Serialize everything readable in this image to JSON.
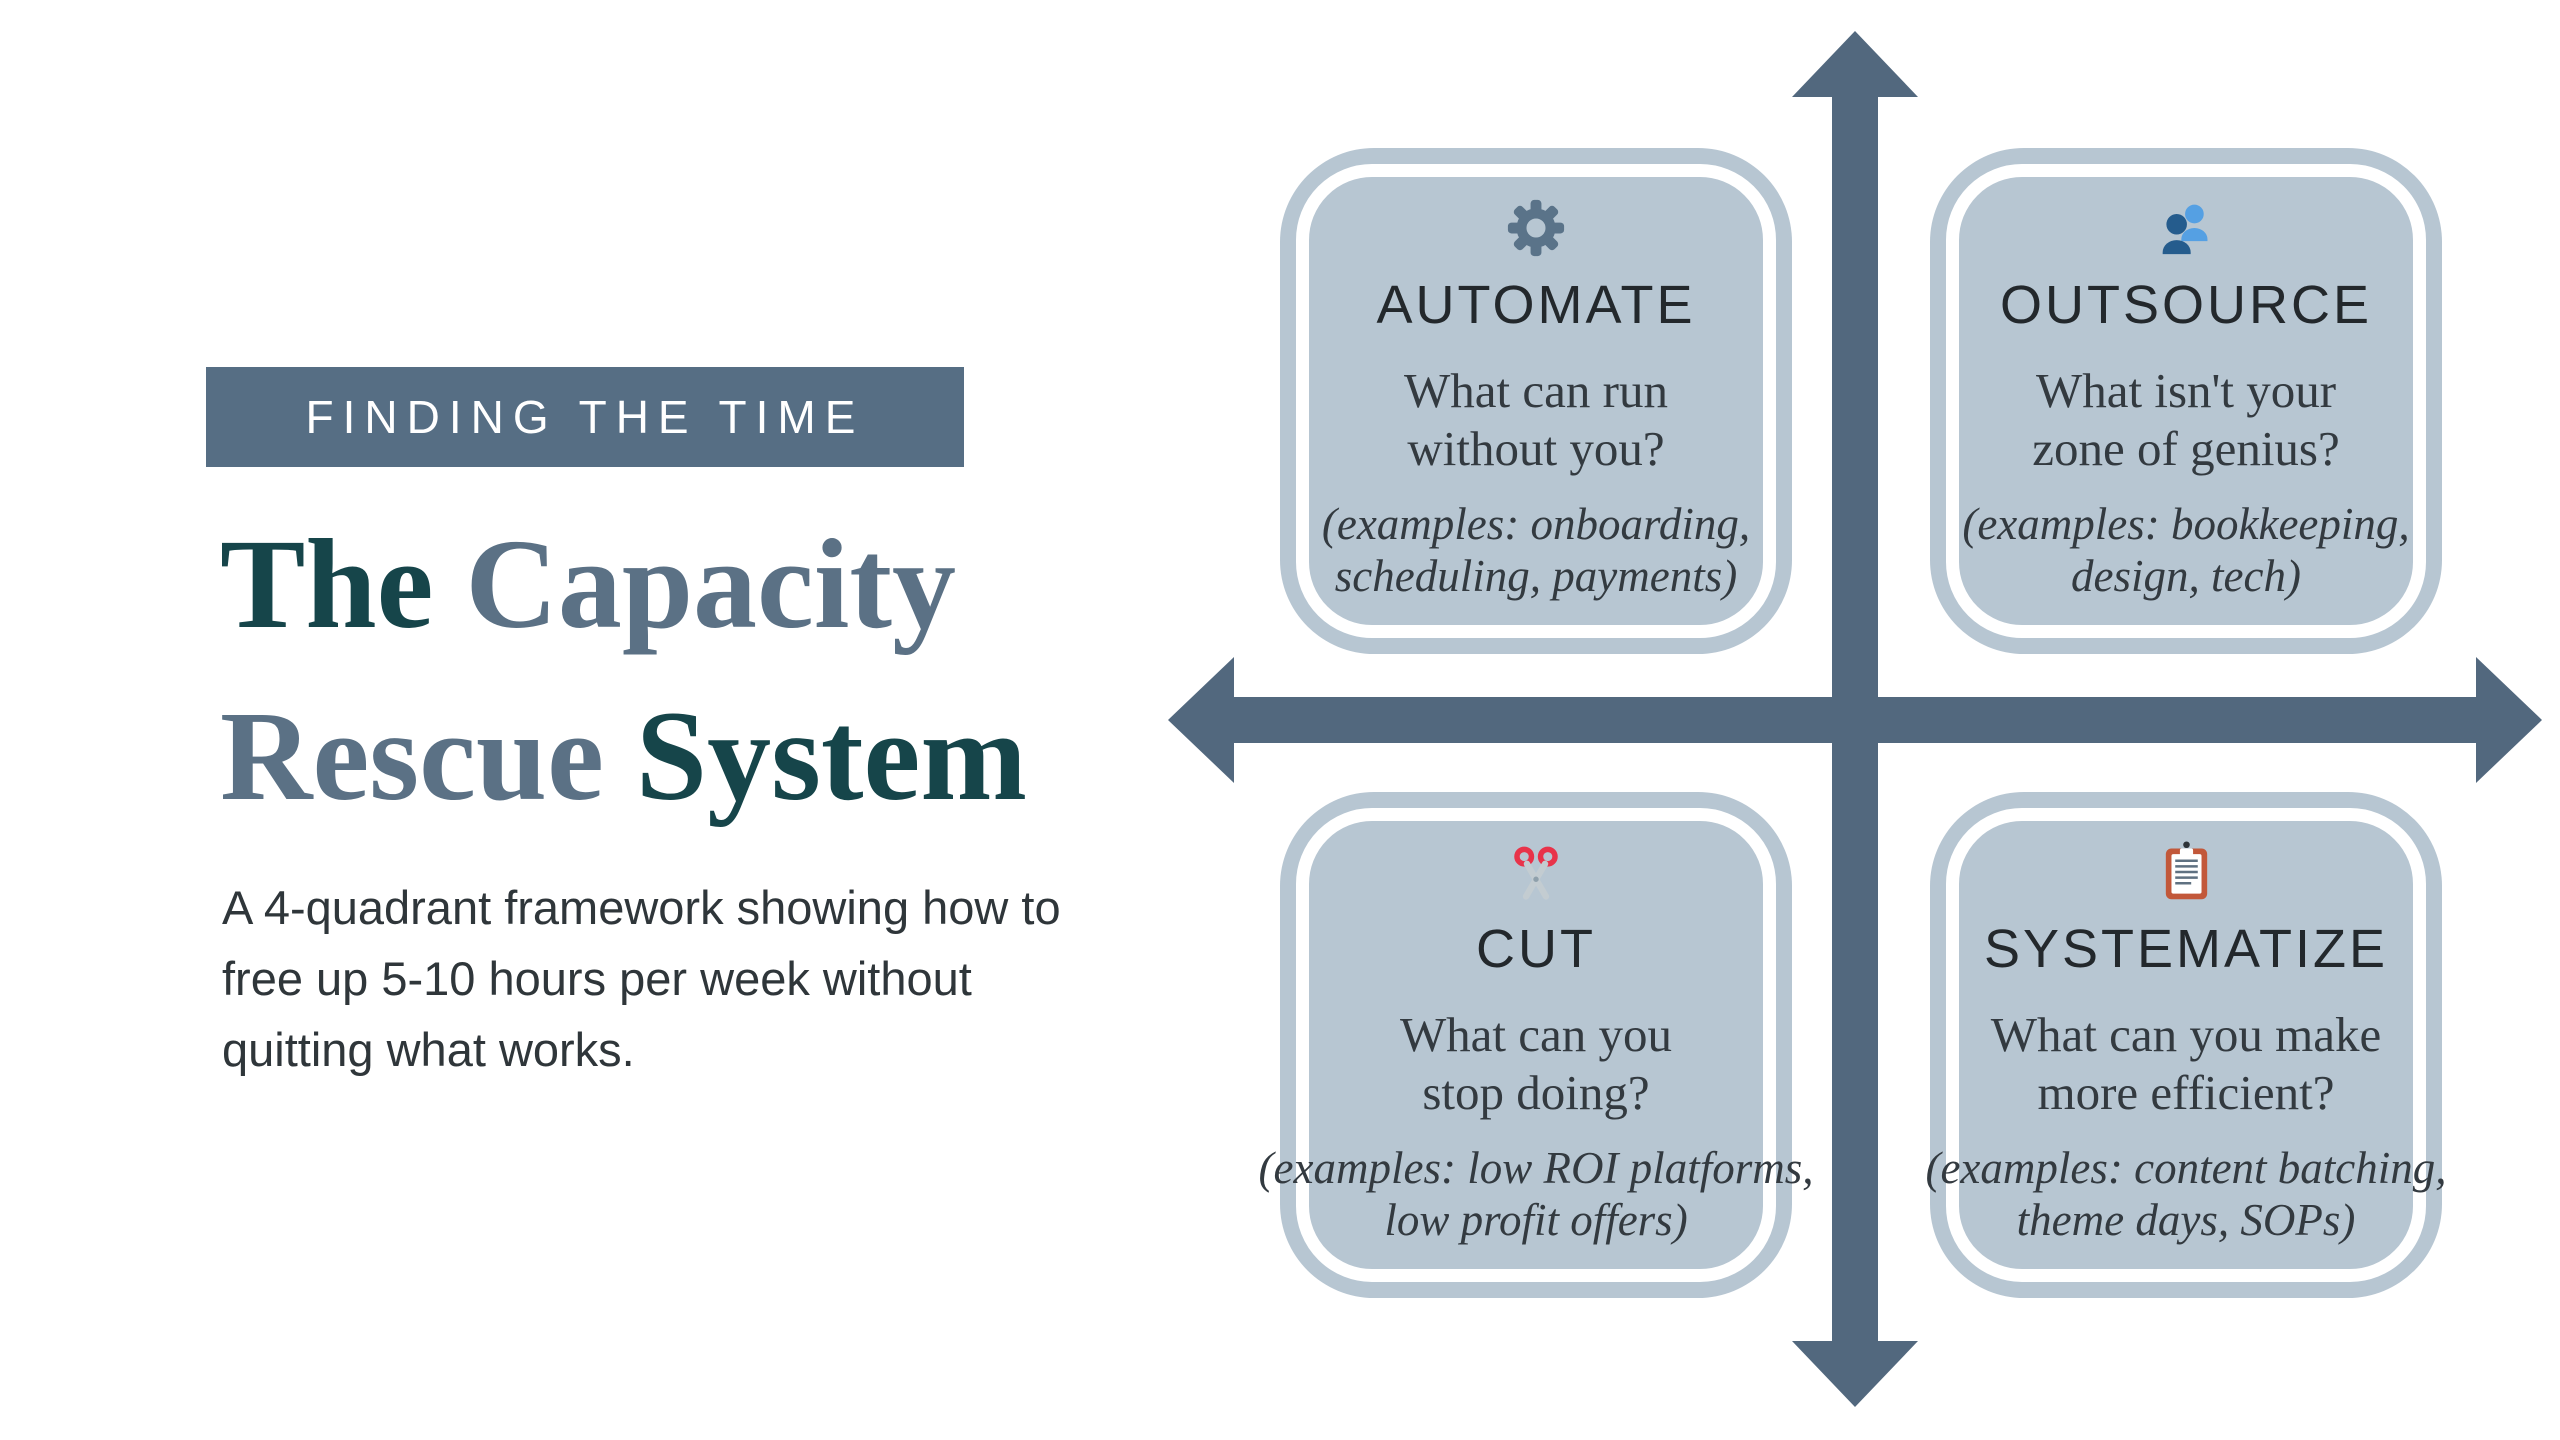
{
  "colors": {
    "background": "#ffffff",
    "card_fill": "#b7c6d2",
    "card_ring": "#ffffff",
    "axis": "#52687e",
    "eyebrow_bg": "#566e84",
    "eyebrow_text": "#ffffff",
    "title_dark_teal": "#16454a",
    "title_slate": "#5b7185",
    "body_text": "#2f363a",
    "card_text": "#333a40",
    "gear_icon": "#5a7389",
    "people_icon_front": "#255c8d",
    "people_icon_back": "#55a0e3",
    "scissors_handles": "#e8334a",
    "scissors_blades": "#c3ccd1",
    "clipboard_frame": "#c2583a"
  },
  "left_panel": {
    "eyebrow": "FINDING THE TIME",
    "title": {
      "line1_word1": "The",
      "line1_word2": "Capacity",
      "line2_word1": "Rescue",
      "line2_word2": "System"
    },
    "description_lines": [
      "A 4-quadrant framework showing how to",
      "free up 5-10 hours per week without",
      "quitting what works."
    ]
  },
  "quadrants": [
    {
      "id": "automate",
      "icon": "gear-icon",
      "title": "AUTOMATE",
      "question_line1": "What can run",
      "question_line2": "without you?",
      "examples_line1": "(examples: onboarding,",
      "examples_line2": "scheduling, payments)"
    },
    {
      "id": "outsource",
      "icon": "people-icon",
      "title": "OUTSOURCE",
      "question_line1": "What isn't your",
      "question_line2": "zone of genius?",
      "examples_line1": "(examples: bookkeeping,",
      "examples_line2": "design, tech)"
    },
    {
      "id": "cut",
      "icon": "scissors-icon",
      "title": "CUT",
      "question_line1": "What can you",
      "question_line2": "stop doing?",
      "examples_line1": "(examples: low ROI platforms,",
      "examples_line2": "low profit offers)"
    },
    {
      "id": "systematize",
      "icon": "clipboard-icon",
      "title": "SYSTEMATIZE",
      "question_line1": "What can you make",
      "question_line2": "more efficient?",
      "examples_line1": "(examples: content batching,",
      "examples_line2": "theme days, SOPs)"
    }
  ]
}
